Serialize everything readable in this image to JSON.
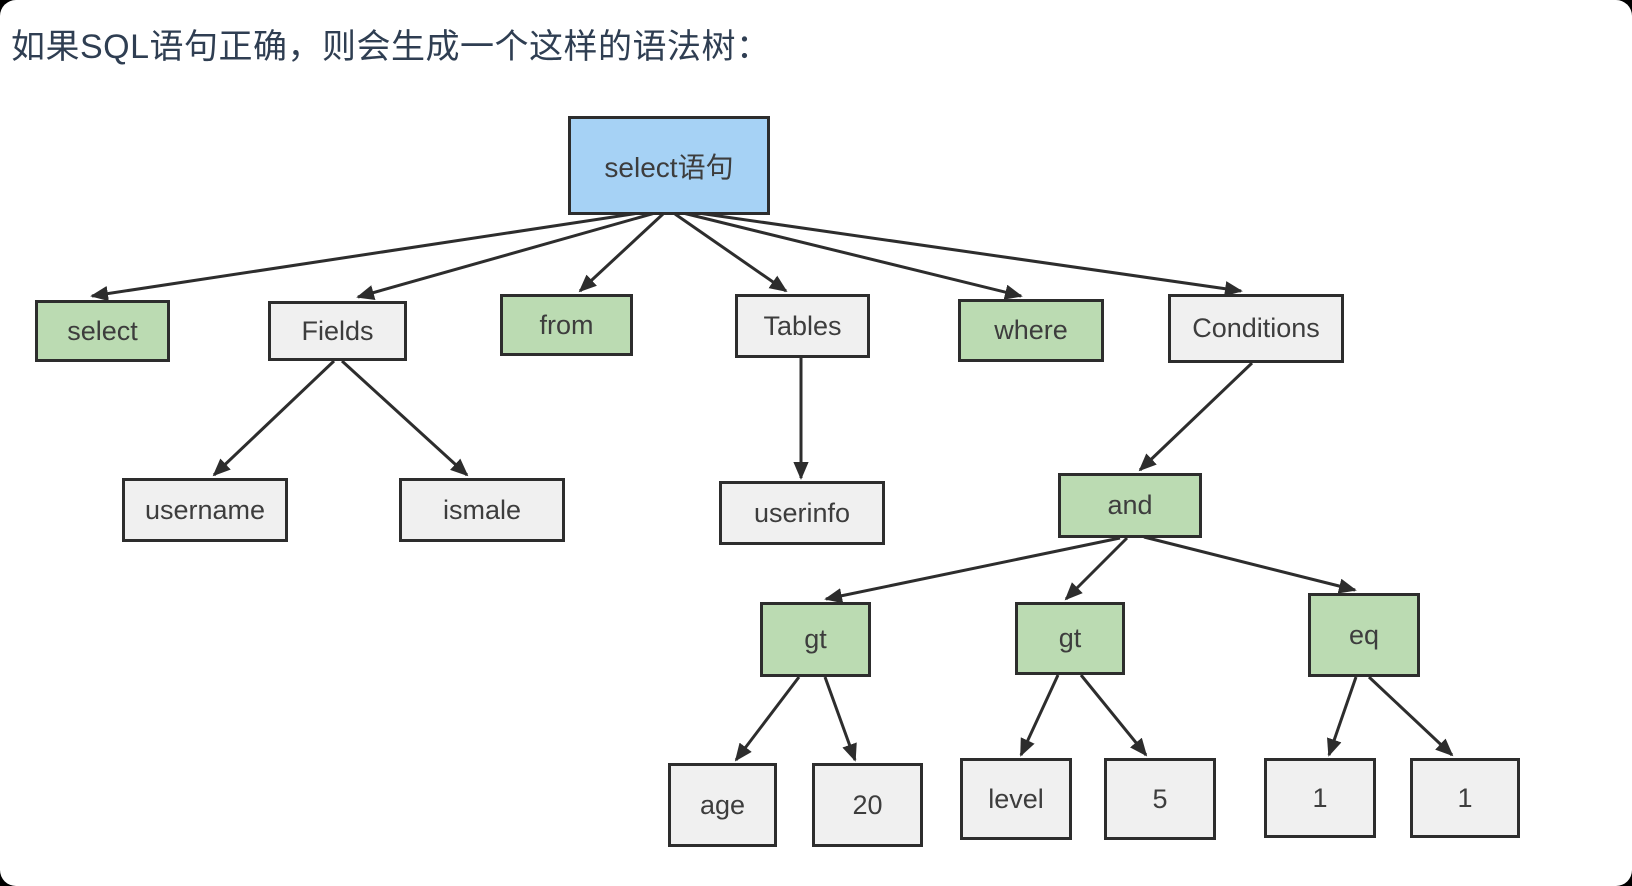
{
  "title": "如果SQL语句正确，则会生成一个这样的语法树：",
  "diagram_type": "sql-syntax-tree",
  "nodes": [
    {
      "id": "root",
      "label": "select语句",
      "kind": "root"
    },
    {
      "id": "select",
      "label": "select",
      "kind": "keyword"
    },
    {
      "id": "fields",
      "label": "Fields",
      "kind": "plain"
    },
    {
      "id": "from",
      "label": "from",
      "kind": "keyword"
    },
    {
      "id": "tables",
      "label": "Tables",
      "kind": "plain"
    },
    {
      "id": "where",
      "label": "where",
      "kind": "keyword"
    },
    {
      "id": "conditions",
      "label": "Conditions",
      "kind": "plain"
    },
    {
      "id": "username",
      "label": "username",
      "kind": "plain"
    },
    {
      "id": "ismale",
      "label": "ismale",
      "kind": "plain"
    },
    {
      "id": "userinfo",
      "label": "userinfo",
      "kind": "plain"
    },
    {
      "id": "and",
      "label": "and",
      "kind": "keyword"
    },
    {
      "id": "gt1",
      "label": "gt",
      "kind": "keyword"
    },
    {
      "id": "gt2",
      "label": "gt",
      "kind": "keyword"
    },
    {
      "id": "eq",
      "label": "eq",
      "kind": "keyword"
    },
    {
      "id": "age",
      "label": "age",
      "kind": "plain"
    },
    {
      "id": "num20",
      "label": "20",
      "kind": "plain"
    },
    {
      "id": "level",
      "label": "level",
      "kind": "plain"
    },
    {
      "id": "num5",
      "label": "5",
      "kind": "plain"
    },
    {
      "id": "one-left",
      "label": "1",
      "kind": "plain"
    },
    {
      "id": "one-right",
      "label": "1",
      "kind": "plain"
    }
  ],
  "edges": [
    [
      "root",
      "select"
    ],
    [
      "root",
      "fields"
    ],
    [
      "root",
      "from"
    ],
    [
      "root",
      "tables"
    ],
    [
      "root",
      "where"
    ],
    [
      "root",
      "conditions"
    ],
    [
      "fields",
      "username"
    ],
    [
      "fields",
      "ismale"
    ],
    [
      "tables",
      "userinfo"
    ],
    [
      "conditions",
      "and"
    ],
    [
      "and",
      "gt1"
    ],
    [
      "and",
      "gt2"
    ],
    [
      "and",
      "eq"
    ],
    [
      "gt1",
      "age"
    ],
    [
      "gt1",
      "num20"
    ],
    [
      "gt2",
      "level"
    ],
    [
      "gt2",
      "num5"
    ],
    [
      "eq",
      "one-left"
    ],
    [
      "eq",
      "one-right"
    ]
  ],
  "colors": {
    "page_bg": "#000000",
    "canvas_bg": "#ffffff",
    "root_fill": "#a6d2f5",
    "keyword_fill": "#bbdbb2",
    "plain_fill": "#f0f0f0",
    "border": "#2d2d2d",
    "edge": "#2d2d2d",
    "title_text": "#2f3e52",
    "node_text": "#3d3d3d"
  }
}
